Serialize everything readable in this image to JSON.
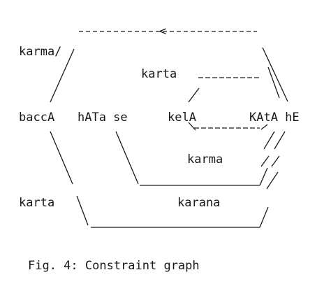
{
  "diagram": {
    "nodes": {
      "karma_top": "karma/",
      "karta_inner": "karta",
      "baccA": "baccA",
      "hATa_se": "hATa se",
      "kelA": "kelA",
      "KAtA_hE": "KAtA hE",
      "karma_inner": "karma",
      "karta_left": "karta",
      "karana": "karana"
    },
    "top_arrow": "<",
    "caption": "Fig. 4: Constraint graph"
  },
  "colors": {
    "ink": "#1a1a1a",
    "background": "#ffffff"
  }
}
